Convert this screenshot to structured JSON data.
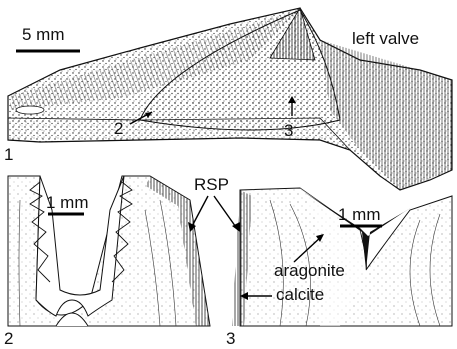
{
  "figure": {
    "panels": [
      {
        "id": "1",
        "label": "1"
      },
      {
        "id": "2",
        "label": "2"
      },
      {
        "id": "3",
        "label": "3"
      }
    ],
    "panel1": {
      "scale_text": "5 mm",
      "valve_label": "left valve",
      "pointer_2": "2",
      "pointer_3": "3"
    },
    "panel2": {
      "scale_text": "1 mm"
    },
    "panel3": {
      "scale_text": "1 mm",
      "rsp_label": "RSP",
      "aragonite_label": "aragonite",
      "calcite_label": "calcite"
    }
  }
}
